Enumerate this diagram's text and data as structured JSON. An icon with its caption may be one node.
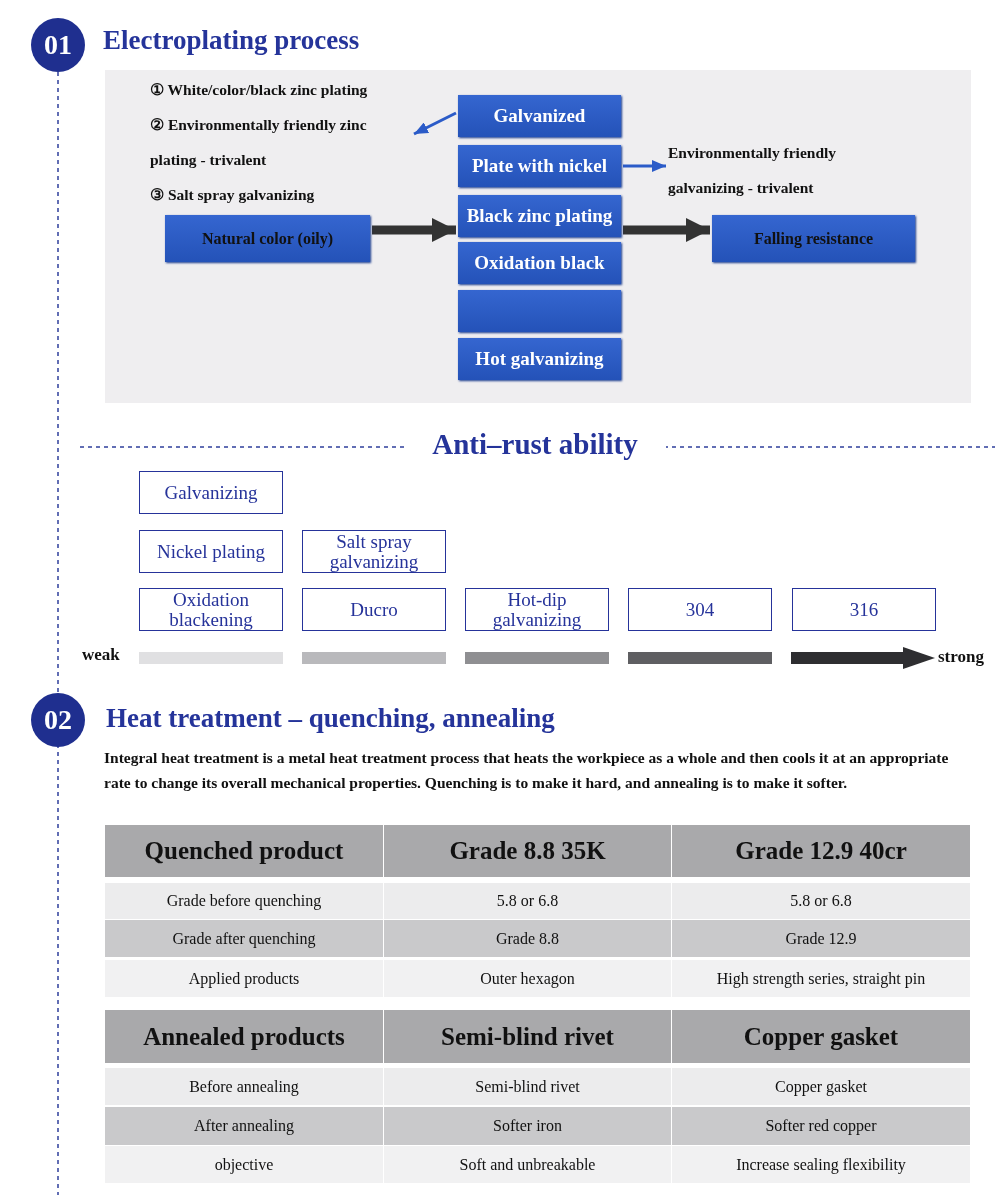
{
  "diagram": {
    "nodes": [
      {
        "text": [
          "① White/color/black zinc plating",
          "② Environmentally friendly zinc plating - trivalent",
          "③ Salt spray galvanizing"
        ]
      },
      {
        "text": [
          "Galvanized"
        ]
      },
      {
        "text": [
          "Plate with nickel"
        ]
      },
      {
        "text": [
          "Environmentally friendly galvanizing - trivalent"
        ]
      },
      {
        "text": [
          "Natural color (oily)"
        ]
      },
      {
        "text": [
          "Black zinc plating"
        ]
      },
      {
        "text": [
          "Falling resistance"
        ]
      },
      {
        "text": [
          "Oxidation black"
        ]
      },
      {
        "text": [],
        "shape": "box"
      },
      {
        "text": [
          "Hot galvanizing"
        ]
      },
      {
        "text": [
          "Galvanizing"
        ]
      },
      {
        "text": [
          "Nickel plating"
        ]
      },
      {
        "text": [
          "Salt spray galvanizing"
        ]
      },
      {
        "text": [
          "Oxidation blackening"
        ]
      },
      {
        "text": [
          "Ducro"
        ]
      },
      {
        "text": [
          "Hot-dip galvanizing"
        ]
      },
      {
        "text": [
          "304"
        ]
      },
      {
        "text": [
          "316"
        ]
      }
    ],
    "edges": [
      {
        "from": 1,
        "to": 0,
        "arrow": "to",
        "color": "#2b5bc8"
      },
      {
        "from": 2,
        "to": 3,
        "arrow": "to",
        "color": "#2b5bc8"
      },
      {
        "from": 4,
        "to": 5,
        "arrow": "to",
        "style": "thick",
        "color": "#333333"
      },
      {
        "from": 5,
        "to": 6,
        "arrow": "to",
        "style": "thick",
        "color": "#333333"
      }
    ],
    "labels": [
      "01",
      "Electroplating process",
      "Anti–rust ability",
      "weak",
      "strong",
      "02",
      "Heat treatment – quenching, annealing",
      "Integral heat treatment is a metal heat treatment process that heats the workpiece as a whole and then cools it at an appropriate rate to change its overall mechanical properties. Quenching is to make it hard, and annealing is to make it softer.",
      "Quenched product",
      "Grade 8.8 35K",
      "Grade 12.9 40cr",
      "Grade before quenching",
      "5.8 or 6.8",
      "5.8 or 6.8",
      "Grade after quenching",
      "Grade 8.8",
      "Grade 12.9",
      "Applied products",
      "Outer hexagon",
      "High strength series, straight pin",
      "Annealed products",
      "Semi-blind rivet",
      "Copper gasket",
      "Before annealing",
      "Semi-blind rivet",
      "Copper gasket",
      "After annealing",
      "Softer iron",
      "Softer red copper",
      "objective",
      "Soft and unbreakable",
      "Increase sealing flexibility"
    ]
  }
}
